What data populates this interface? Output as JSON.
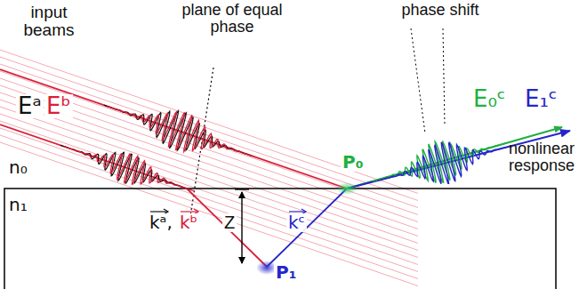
{
  "diagram": {
    "labels": [
      "input beams",
      "plane of equal phase",
      "Eᵃ",
      "Eᵇ",
      "n₀",
      "n₁",
      "kᵃ,",
      "kᵇ",
      "Z",
      "P₁",
      "P₀",
      "phase shift",
      "E₀ᶜ",
      "E₁ᶜ",
      "nonlinear response",
      "kᶜ"
    ]
  }
}
